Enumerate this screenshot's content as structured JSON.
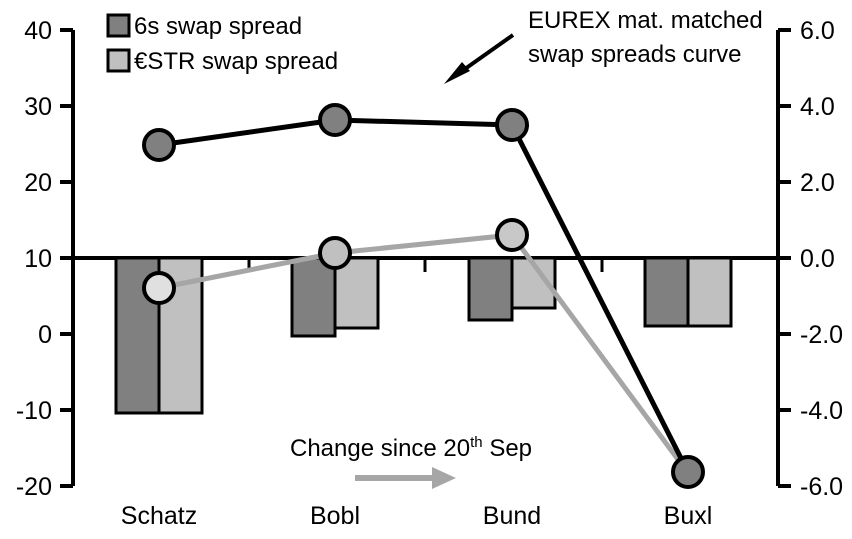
{
  "chart_data": {
    "type": "bar",
    "title": "",
    "subtitle": "",
    "xlabel": "",
    "ylabel": "",
    "categories": [
      "Schatz",
      "Bobl",
      "Bund",
      "Buxl"
    ],
    "grid": false,
    "legend_position": "top-left",
    "left_axis": {
      "label": "",
      "ylim": [
        -20,
        40
      ],
      "ticks": [
        40,
        30,
        20,
        10,
        0,
        -10,
        -20
      ],
      "tick_labels": [
        "40",
        "30",
        "20",
        "10",
        "0",
        "-10",
        "-20"
      ],
      "zero_reference_value": 10
    },
    "right_axis": {
      "label": "",
      "ylim": [
        -6.0,
        6.0
      ],
      "ticks": [
        6.0,
        4.0,
        2.0,
        0.0,
        -2.0,
        -4.0,
        -6.0
      ],
      "tick_labels": [
        "6.0",
        "4.0",
        "2.0",
        "0.0",
        "-2.0",
        "-4.0",
        "-6.0"
      ]
    },
    "series": [
      {
        "name": "6s swap spread",
        "type": "bar",
        "axis": "left",
        "color": "#808080",
        "values": [
          -10.3,
          0.0,
          2.0,
          1.0
        ]
      },
      {
        "name": "€STR swap spread",
        "type": "bar",
        "axis": "left",
        "color": "#c0c0c0",
        "values": [
          -10.3,
          0.9,
          3.5,
          1.3
        ]
      },
      {
        "name": "EUREX mat. matched swap spreads curve",
        "type": "line",
        "axis": "left",
        "color": "#000000",
        "marker": "circle",
        "marker_fill": "#808080",
        "values": [
          24.5,
          28.0,
          27.3,
          -18.2
        ]
      },
      {
        "name": "Change since 20th Sep",
        "type": "line",
        "axis": "left",
        "color": "#a6a6a6",
        "marker": "circle",
        "marker_fill": "#c0c0c0",
        "values": [
          6.1,
          10.6,
          12.8,
          -18.3
        ]
      }
    ],
    "annotations": [
      {
        "id": "curve-callout",
        "text_line_1": "EUREX mat. matched",
        "text_line_2": "swap spreads curve",
        "arrow": "down-left"
      },
      {
        "id": "change-note",
        "text": "Change since 20",
        "superscript": "th",
        "text_tail": " Sep",
        "arrow": "right"
      }
    ]
  },
  "legend": {
    "items": [
      {
        "label": "6s swap spread",
        "color": "#808080"
      },
      {
        "label": "€STR swap spread",
        "color": "#c0c0c0"
      }
    ]
  },
  "axes": {
    "left_ticks": [
      "40",
      "30",
      "20",
      "10",
      "0",
      "-10",
      "-20"
    ],
    "right_ticks": [
      "6.0",
      "4.0",
      "2.0",
      "0.0",
      "-2.0",
      "-4.0",
      "-6.0"
    ],
    "categories": [
      "Schatz",
      "Bobl",
      "Bund",
      "Buxl"
    ]
  },
  "callout": {
    "line1": "EUREX mat. matched",
    "line2": "swap spreads curve"
  },
  "change_note": {
    "main": "Change since 20",
    "sup": "th",
    "tail": " Sep"
  },
  "colors": {
    "dark_bar": "#808080",
    "light_bar": "#c0c0c0",
    "black_line": "#000000",
    "gray_line": "#a6a6a6",
    "axis": "#000000"
  }
}
